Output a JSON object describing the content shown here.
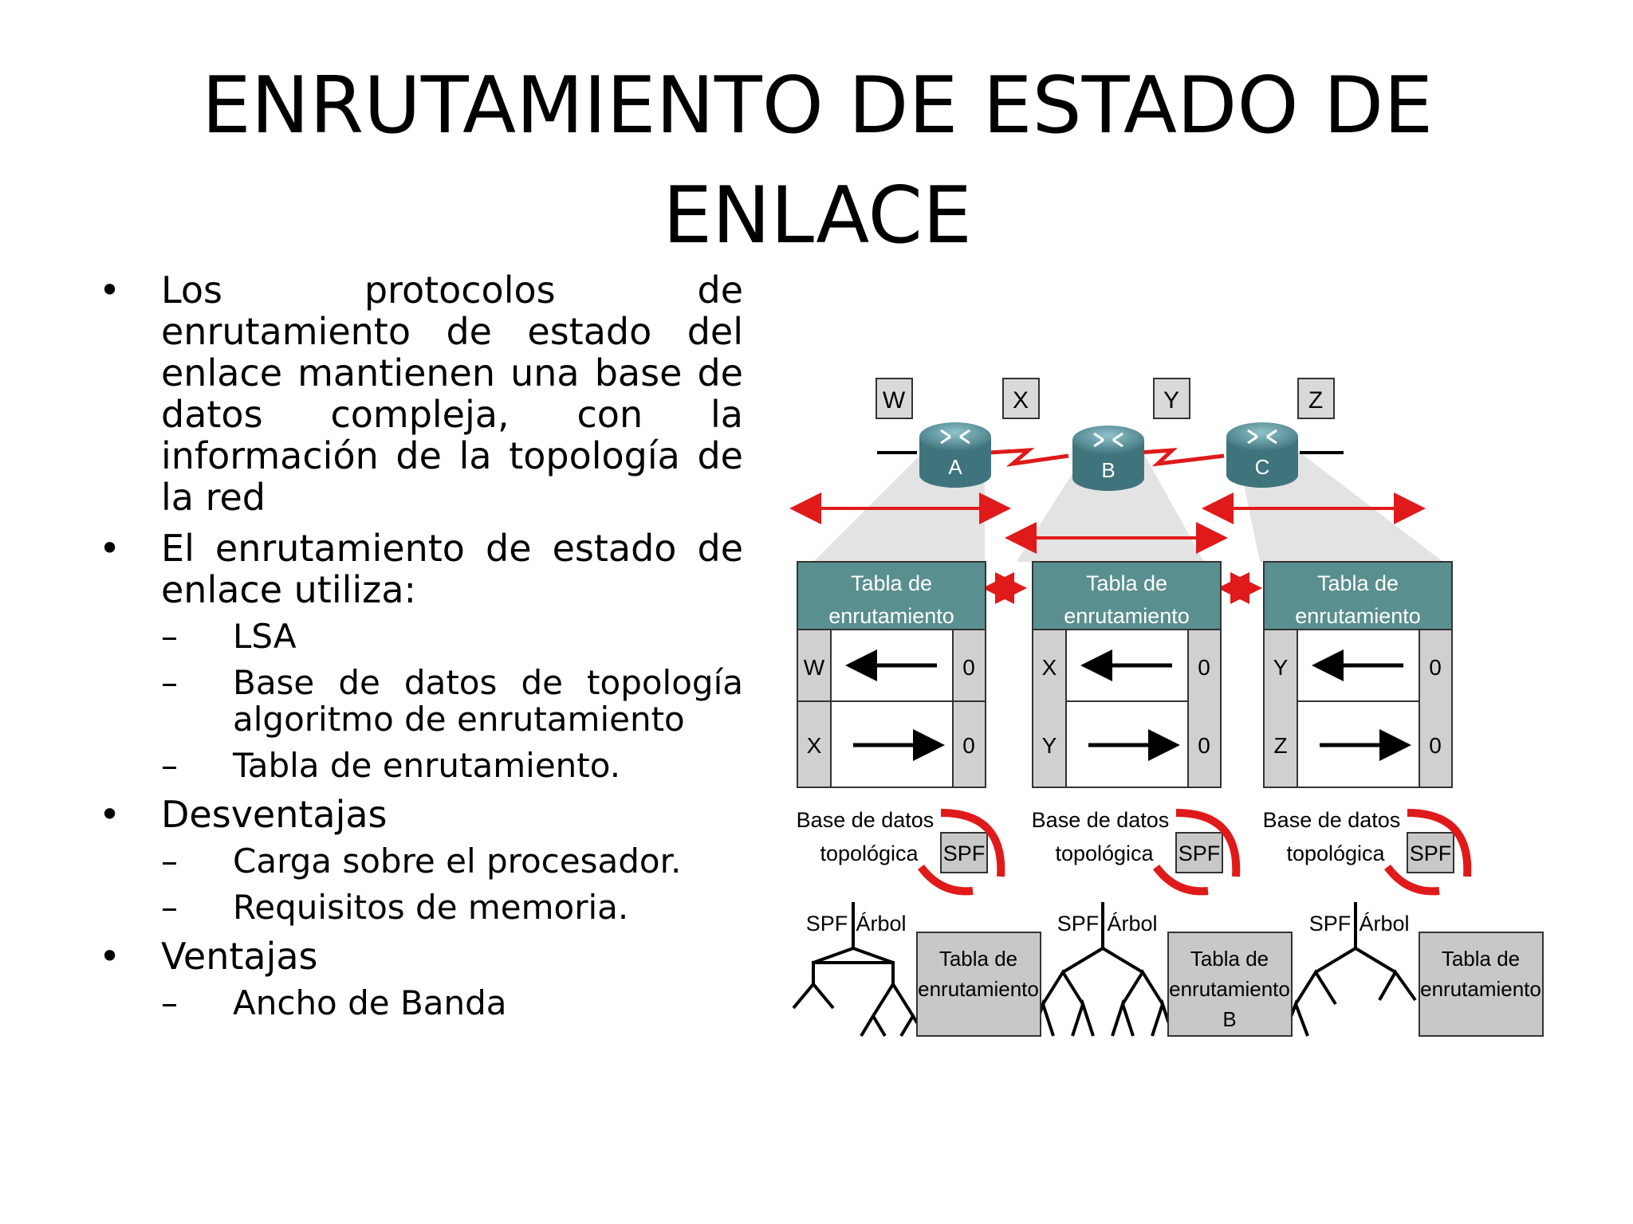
{
  "title": "ENRUTAMIENTO DE ESTADO DE ENLACE",
  "bullets": [
    {
      "text": "Los protocolos de enrutamiento de estado del enlace mantienen una base de datos compleja, con la información de la topología de la red",
      "sub": []
    },
    {
      "text": "El enrutamiento de estado de enlace utiliza:",
      "sub": [
        "LSA",
        "Base de datos de topología algoritmo de enrutamiento",
        "Tabla de enrutamiento."
      ]
    },
    {
      "text": "Desventajas",
      "sub": [
        "Carga sobre el procesador.",
        "Requisitos de memoria."
      ]
    },
    {
      "text": "Ventajas",
      "sub": [
        "Ancho de Banda"
      ]
    }
  ],
  "diagram": {
    "networks": [
      "W",
      "X",
      "Y",
      "Z"
    ],
    "routers": [
      "A",
      "B",
      "C"
    ],
    "tables": [
      {
        "header_line1": "Tabla de",
        "header_line2": "enrutamiento",
        "rows": [
          {
            "net": "W",
            "cost": "0"
          },
          {
            "net": "X",
            "cost": "0"
          }
        ]
      },
      {
        "header_line1": "Tabla de",
        "header_line2": "enrutamiento",
        "rows": [
          {
            "net": "X",
            "cost": "0"
          },
          {
            "net": "Y",
            "cost": "0"
          }
        ]
      },
      {
        "header_line1": "Tabla de",
        "header_line2": "enrutamiento",
        "rows": [
          {
            "net": "Y",
            "cost": "0"
          },
          {
            "net": "Z",
            "cost": "0"
          }
        ]
      }
    ],
    "topo_db": {
      "line1": "Base de datos",
      "line2": "topológica",
      "spf": "SPF"
    },
    "trees": [
      {
        "spf": "SPF",
        "arbol": "Árbol",
        "box_line1": "Tabla de",
        "box_line2": "enrutamiento",
        "box_line3": ""
      },
      {
        "spf": "SPF",
        "arbol": "Árbol",
        "box_line1": "Tabla de",
        "box_line2": "enrutamiento",
        "box_line3": "B"
      },
      {
        "spf": "SPF",
        "arbol": "Árbol",
        "box_line1": "Tabla de",
        "box_line2": "enrutamiento",
        "box_line3": ""
      }
    ],
    "colors": {
      "arrow": "#e01a1a",
      "table_header": "#5a8f8f",
      "router": "#4f8a94",
      "box": "#c8c8c8"
    }
  }
}
